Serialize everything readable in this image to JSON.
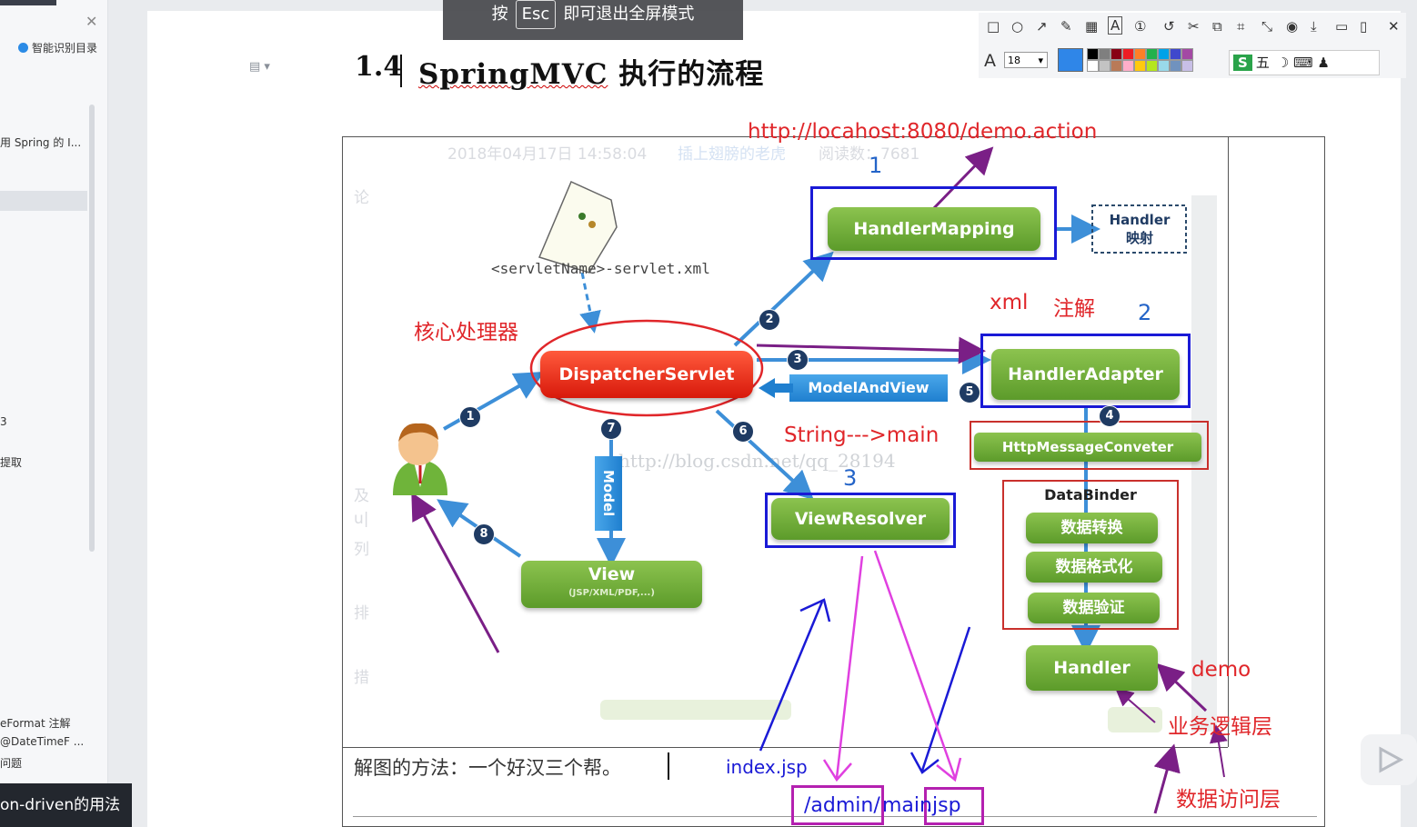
{
  "fullscreen_banner": {
    "pre": "按",
    "key": "Esc",
    "post": "即可退出全屏模式"
  },
  "left_panel": {
    "smart_toc": "智能识别目录",
    "items": [
      "用 Spring 的 I...",
      "3",
      "提取",
      "eFormat 注解",
      "@DateTimeF ...",
      "问题"
    ],
    "bottom_item": "on-driven的用法"
  },
  "document": {
    "section_number": "1.4",
    "section_title_prefix": "SpringMVC",
    "section_title_suffix": " 执行的流程"
  },
  "toolbar": {
    "font_label": "A",
    "font_size": "18",
    "ime_label": "五"
  },
  "diagram": {
    "ghost_header": "2018年04月17日 14:58:04",
    "ghost_author": "插上翅膀的老虎",
    "ghost_reads": "阅读数：7681",
    "ghost_side": [
      "论",
      "及",
      "u|",
      "列",
      "排",
      "措"
    ],
    "watermark": "http://blog.csdn.net/qq_28194",
    "url_note": "http://locahost:8080/demo.action",
    "servlet_file": "<servletName>-servlet.xml",
    "core_label": "核心处理器",
    "dispatcher": "DispatcherServlet",
    "handler_mapping": "HandlerMapping",
    "handler_map_box": [
      "Handler",
      "映射"
    ],
    "xml_label": "xml",
    "annotation_label": "注解",
    "handler_adapter": "HandlerAdapter",
    "model_and_view": "ModelAndView",
    "http_converter": "HttpMessageConveter",
    "string_main": "String--->main",
    "view_resolver": "ViewResolver",
    "model_label": "Model",
    "view": "View",
    "view_sub": "(JSP/XML/PDF,...)",
    "databinder": "DataBinder",
    "db_items": [
      "数据转换",
      "数据格式化",
      "数据验证"
    ],
    "handler": "Handler",
    "demo_label": "demo",
    "business_label": "业务逻辑层",
    "data_access_label": "数据访问层",
    "step_numbers": [
      "1",
      "2",
      "3",
      "4",
      "5",
      "6",
      "7",
      "8"
    ],
    "blue_numbers": [
      "1",
      "2",
      "3"
    ],
    "method_text": "解图的方法：一个好汉三个帮。",
    "index_jsp": "index.jsp",
    "admin_path": "/admin/",
    "main_path": "main",
    "jsp_ext": ".jsp"
  },
  "colors": {
    "annotation_red": "#e0262a",
    "annotation_blue": "#1a1ad6",
    "magenta": "#e040e0",
    "purple_arrow": "#7a1f86",
    "toolbar_color": "#2f86e8"
  }
}
